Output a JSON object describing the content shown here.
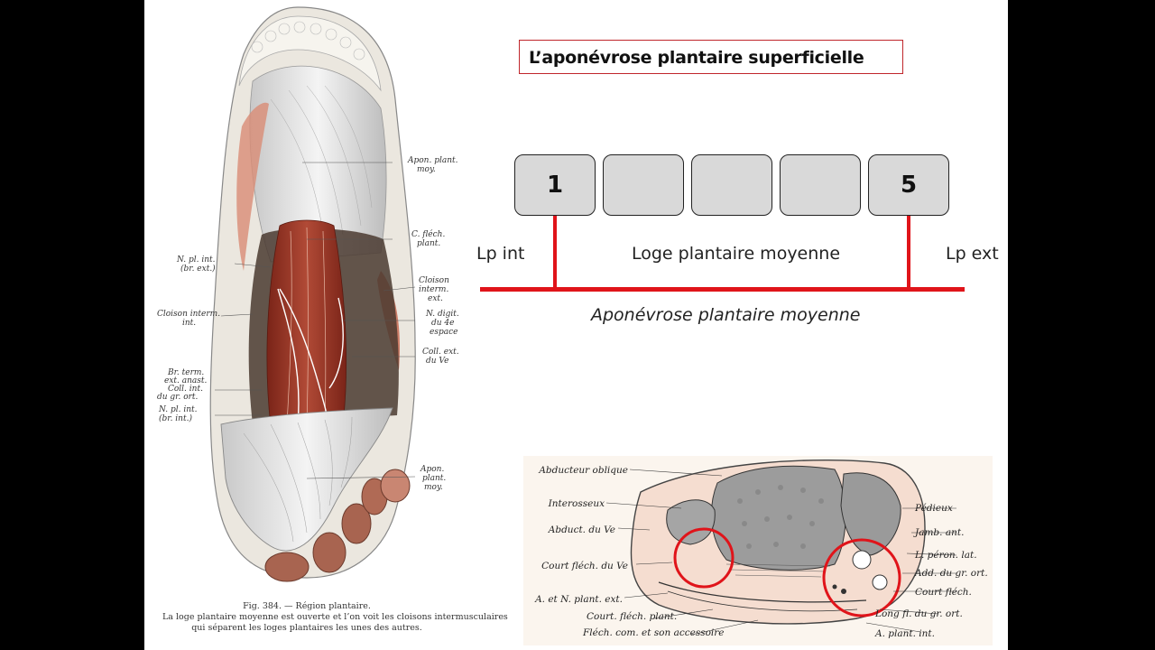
{
  "slide": {
    "title": "L’aponévrose plantaire superficielle"
  },
  "diagram": {
    "boxes": [
      {
        "label": "1"
      },
      {
        "label": ""
      },
      {
        "label": ""
      },
      {
        "label": ""
      },
      {
        "label": "5"
      }
    ],
    "label_left": "Lp int",
    "label_middle": "Loge plantaire moyenne",
    "label_right": "Lp ext",
    "label_bottom": "Aponévrose plantaire moyenne",
    "accent_color": "#e0141a"
  },
  "left_figure": {
    "labels": {
      "apon_top_1": "Apon. plant.",
      "apon_top_2": "moy.",
      "cflech_1": "C. fléch.",
      "cflech_2": "plant.",
      "npl_1": "N. pl. int.",
      "npl_2": "(br. ext.)",
      "cloison_ext_1": "Cloison",
      "cloison_ext_2": "interm.",
      "cloison_ext_3": "ext.",
      "cloison_int_1": "Cloison interm.",
      "cloison_int_2": "int.",
      "ndig_1": "N. digit.",
      "ndig_2": "du 4e",
      "ndig_3": "espace",
      "coll_ext_1": "Coll. ext.",
      "coll_ext_2": "du Ve",
      "brterm_1": "Br. term.",
      "brterm_2": "ext. anast.",
      "brterm_3": "Coll. int.",
      "brterm_4": "du gr. ort.",
      "npl2_1": "N. pl. int.",
      "npl2_2": "(br. int.)",
      "apon_bot_1": "Apon.",
      "apon_bot_2": "plant.",
      "apon_bot_3": "moy."
    },
    "caption_line1": "Fig. 384. — Région plantaire.",
    "caption_line2": "La loge plantaire moyenne est ouverte et l’on voit les cloisons intermusculaires",
    "caption_line3": "qui séparent les loges plantaires les unes des autres."
  },
  "cross_section": {
    "labels_left": [
      "Abducteur oblique",
      "Interosseux",
      "Abduct. du Ve",
      "Court fléch. du Ve",
      "A. et N. plant. ext.",
      "Court. fléch. plant.",
      "Fléch. com. et son accessoire"
    ],
    "labels_right": [
      "Pédieux",
      "Jamb. ant.",
      "L. péron. lat.",
      "Add. du gr. ort.",
      "Court fléch.",
      "Long fl. du gr. ort.",
      "A. plant. int."
    ]
  }
}
